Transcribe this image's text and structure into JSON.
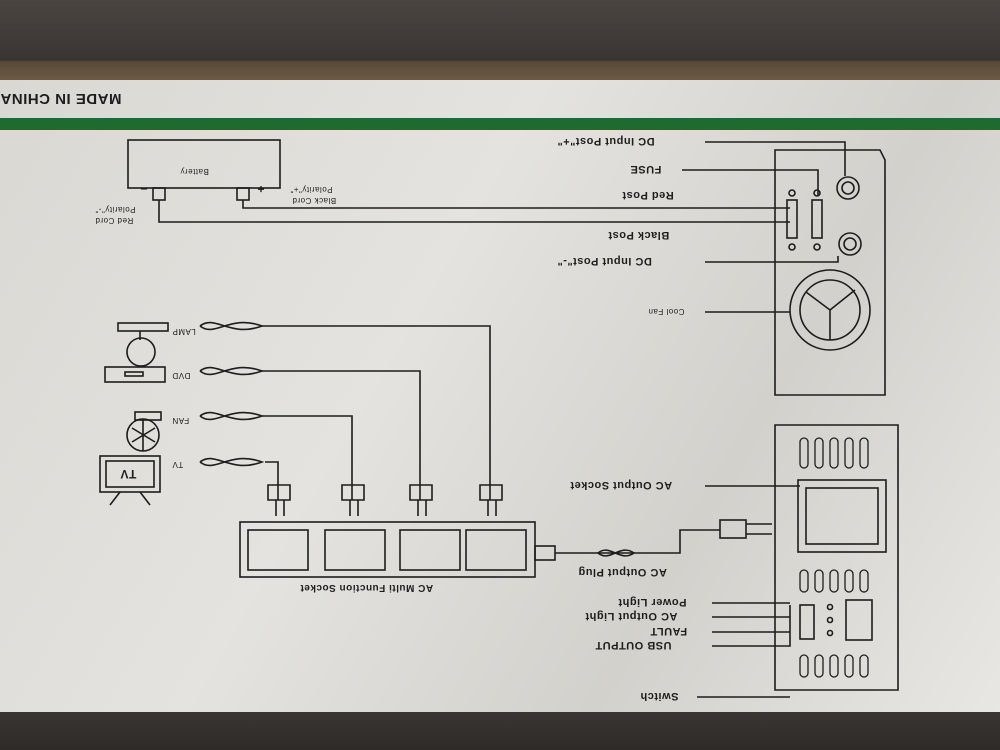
{
  "header": {
    "made_in": "MADE IN CHINA"
  },
  "battery": {
    "label": "Battery",
    "black_cord": "Black Cord",
    "black_polarity": "Polarity\"+\"",
    "red_cord": "Red Cord",
    "red_polarity": "Polarity\"-\"",
    "plus": "+",
    "minus": "−"
  },
  "inverter_back": {
    "dc_plus": "DC Input Post\"+\"",
    "fuse": "FUSE",
    "red_post": "Red Post",
    "black_post": "Black Post",
    "dc_minus": "DC Input Post\"-\"",
    "cool_fan": "Cool Fan"
  },
  "inverter_front": {
    "ac_socket": "AC Output Socket",
    "ac_plug": "AC Output Plug",
    "power_light": "Power Light",
    "ac_light": "AC Output Light",
    "fault": "FAULT",
    "usb": "USB OUTPUT",
    "switch": "Switch"
  },
  "appliances": {
    "lamp": "LAMP",
    "dvd": "DVD",
    "fan": "FAN",
    "tv": "TV",
    "tv_screen": "TV"
  },
  "socket_strip": {
    "label": "AC Multi Function Socket"
  },
  "colors": {
    "band": "#1f6b2f",
    "line": "#1d1d1d"
  }
}
